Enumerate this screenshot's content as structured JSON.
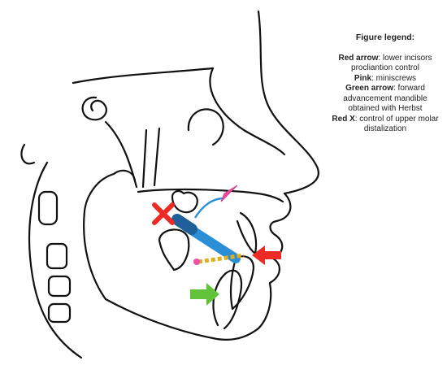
{
  "legend": {
    "title": "Figure legend:",
    "entries": [
      {
        "key": "Red arrow",
        "text": ": lower incisors procliantion control"
      },
      {
        "key": "Pink",
        "text": ": miniscrews"
      },
      {
        "key": "Green arrow",
        "text": ": forward advancement mandible obtained with Herbst"
      },
      {
        "key": "Red X",
        "text": ": control of upper molar distalization"
      }
    ]
  },
  "colors": {
    "outline": "#111111",
    "red": "#ee2a24",
    "pink": "#ee4fa0",
    "green": "#62c23a",
    "blue": "#2a8fd6",
    "chain": "#e0b020"
  }
}
